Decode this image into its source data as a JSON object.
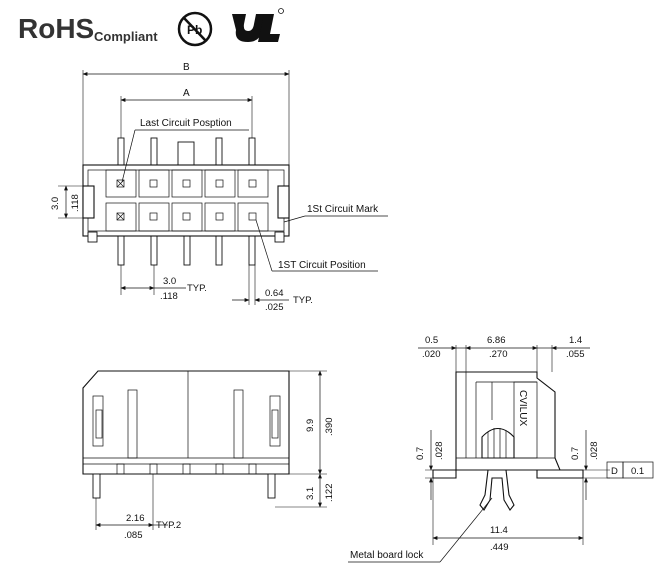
{
  "logos": {
    "rohs": "RoHS",
    "compliant": "Compliant",
    "pb": "Pb",
    "ul_icon": "ul-recognized-icon"
  },
  "top_view": {
    "dim_B": "B",
    "dim_A": "A",
    "last_circuit": "Last Circuit Posption",
    "first_circuit_mark": "1St Circuit Mark",
    "first_circuit_position": "1ST Circuit Position",
    "pitch_mm": "3.0",
    "pitch_in": ".118",
    "pitch_typ": "TYP.",
    "pin_mm": "0.64",
    "pin_in": ".025",
    "pin_typ": "TYP.",
    "row_mm": "3.0",
    "row_in": ".118"
  },
  "front_view": {
    "height_mm": "9.9",
    "height_in": ".390",
    "tail_mm": "3.1",
    "tail_in": ".122",
    "pin_pos_mm": "2.16",
    "pin_pos_typ": "TYP.2",
    "pin_pos_in": ".085"
  },
  "side_view": {
    "d1_mm": "0.5",
    "d1_in": ".020",
    "d2_mm": "6.86",
    "d2_in": ".270",
    "d3_mm": "1.4",
    "d3_in": ".055",
    "left_mm": "0.7",
    "left_in": ".028",
    "right_mm": "0.7",
    "right_in": ".028",
    "width_mm": "11.4",
    "width_in": ".449",
    "brand": "CVILUX",
    "flatness_symbol": "D",
    "flatness_value": "0.1",
    "metal_board_lock": "Metal board lock"
  }
}
